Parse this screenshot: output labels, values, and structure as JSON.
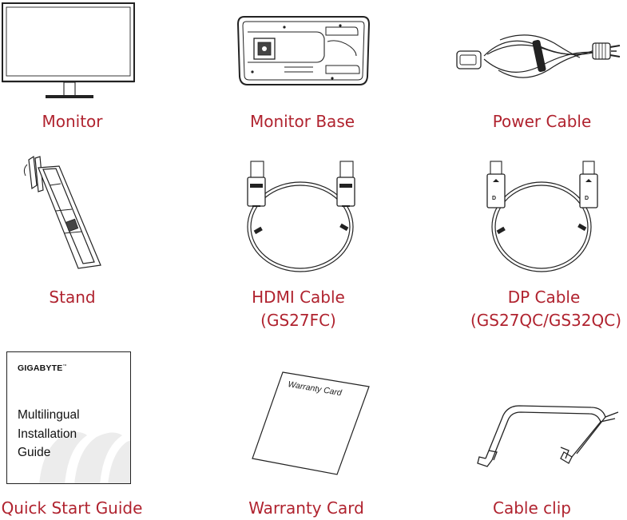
{
  "items": {
    "monitor": {
      "label": "Monitor"
    },
    "monitor_base": {
      "label": "Monitor Base"
    },
    "power_cable": {
      "label": "Power Cable"
    },
    "stand": {
      "label": "Stand"
    },
    "hdmi_cable": {
      "label": "HDMI Cable",
      "sublabel": "(GS27FC)"
    },
    "dp_cable": {
      "label": "DP Cable",
      "sublabel": "(GS27QC/GS32QC)"
    },
    "quick_start_guide": {
      "label": "Quick Start Guide",
      "brand": "GIGABYTE",
      "brand_mark": "™",
      "lines": [
        "Multilingual",
        "Installation",
        "Guide"
      ]
    },
    "warranty_card": {
      "label": "Warranty Card",
      "card_text": "Warranty Card"
    },
    "cable_clip": {
      "label": "Cable clip"
    }
  },
  "colors": {
    "caption": "#b0232f",
    "line_art": "#222222"
  },
  "icons": {
    "hdmi_connector": "hdmi-logo-icon",
    "dp_connector": "displayport-logo-icon"
  }
}
